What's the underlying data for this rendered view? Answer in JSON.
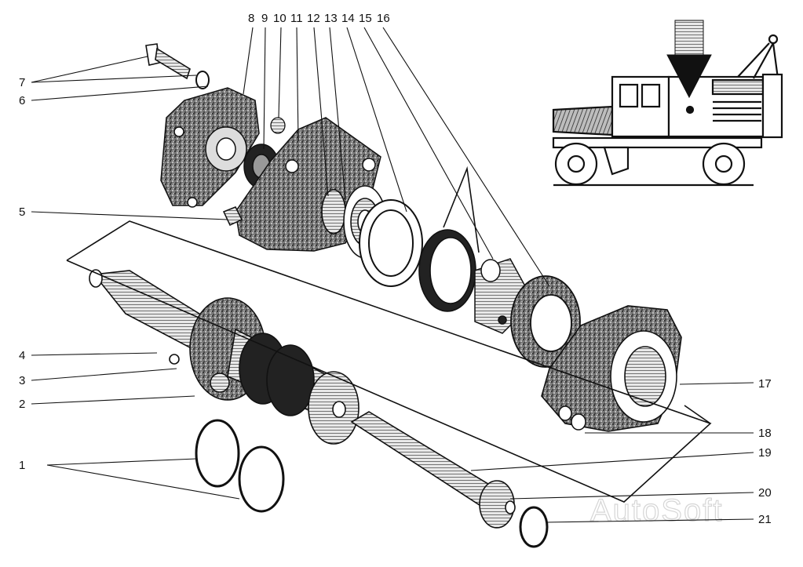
{
  "callouts": [
    {
      "id": "1",
      "label": "1"
    },
    {
      "id": "2",
      "label": "2"
    },
    {
      "id": "3",
      "label": "3"
    },
    {
      "id": "4",
      "label": "4"
    },
    {
      "id": "5",
      "label": "5"
    },
    {
      "id": "6",
      "label": "6"
    },
    {
      "id": "7",
      "label": "7"
    },
    {
      "id": "8",
      "label": "8"
    },
    {
      "id": "9",
      "label": "9"
    },
    {
      "id": "10",
      "label": "10"
    },
    {
      "id": "11",
      "label": "11"
    },
    {
      "id": "12",
      "label": "12"
    },
    {
      "id": "13",
      "label": "13"
    },
    {
      "id": "14",
      "label": "14"
    },
    {
      "id": "15",
      "label": "15"
    },
    {
      "id": "16",
      "label": "16"
    },
    {
      "id": "17",
      "label": "17"
    },
    {
      "id": "18",
      "label": "18"
    },
    {
      "id": "19",
      "label": "19"
    },
    {
      "id": "20",
      "label": "20"
    },
    {
      "id": "21",
      "label": "21"
    }
  ],
  "watermark": "AutoSoft",
  "colors": {
    "ink": "#111111",
    "speckle": "#444444",
    "watermark": "#d6d6d6"
  }
}
